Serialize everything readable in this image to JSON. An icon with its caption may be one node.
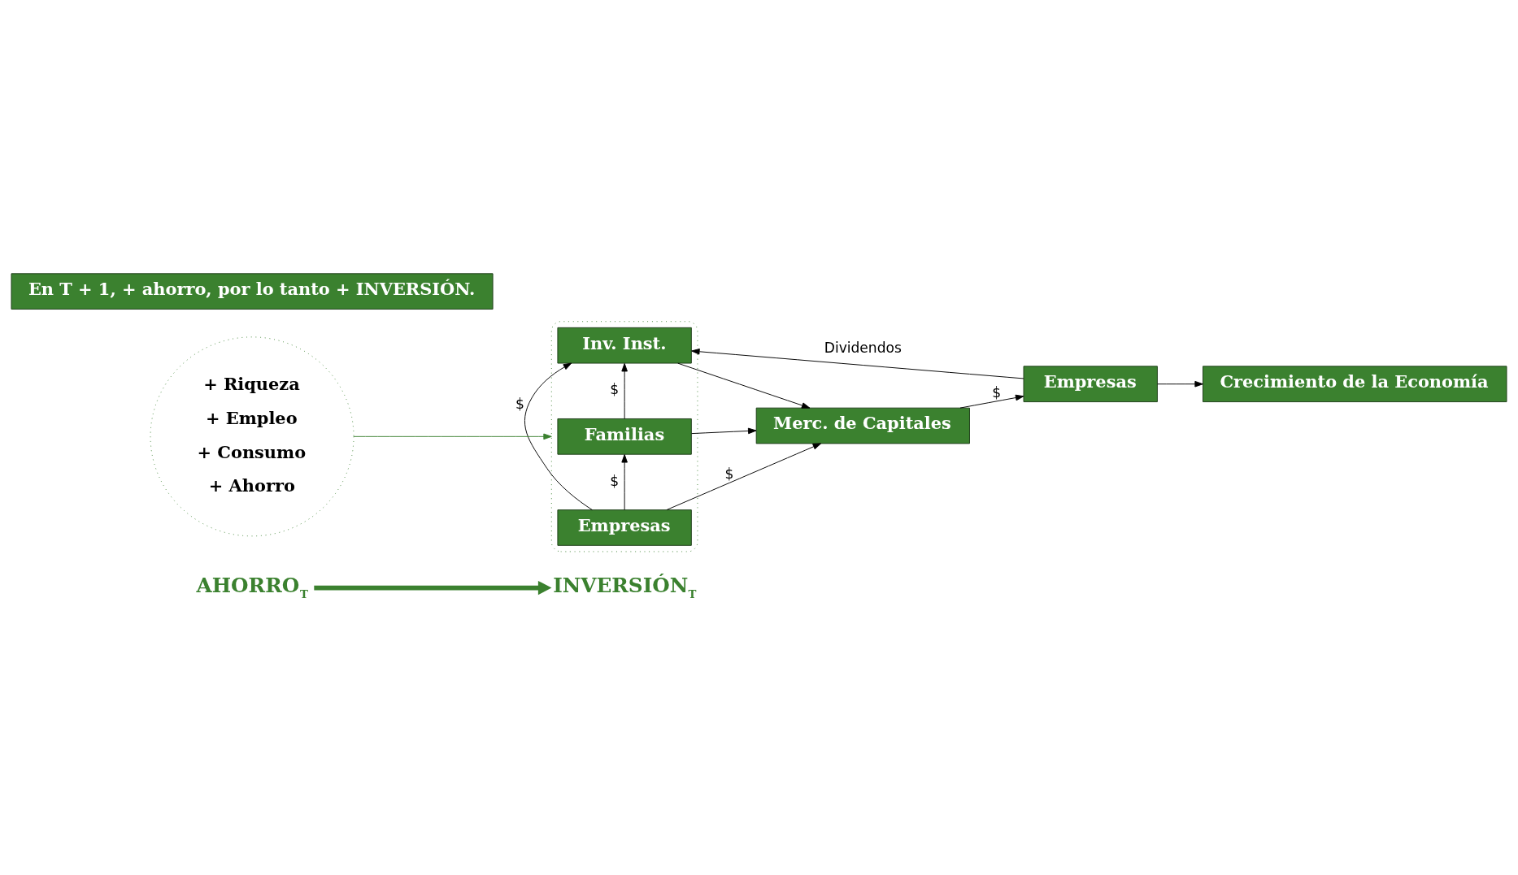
{
  "diagram": {
    "nodes": [
      {
        "text": [
          "AHORRO$_{T}$"
        ]
      },
      {
        "text": [
          "INVERSIÓN$_{T}$"
        ]
      },
      {
        "text": [],
        "shape": "ellipse"
      },
      {
        "text": [
          "Familias"
        ],
        "in": 2
      },
      {
        "text": [
          "Empresas"
        ],
        "in": 2
      },
      {
        "text": [
          "Inv. Inst."
        ],
        "in": 2
      },
      {
        "text": [
          "Merc. de Capitales"
        ]
      },
      {
        "text": [
          "Empresas"
        ]
      },
      {
        "text": [
          "Crecimiento de la Economía"
        ]
      },
      {
        "text": [
          "+ Riqueza",
          "+ Empleo",
          "+ Consumo",
          "+ Ahorro"
        ]
      },
      {
        "text": [
          "En T + 1, + ahorro, por lo tanto + INVERSIÓN."
        ]
      }
    ],
    "edges": [
      {
        "from": 0,
        "to": 1,
        "arrow": "to",
        "style": "thick",
        "color": "#3b812f"
      },
      {
        "from": 4,
        "to": 3,
        "arrow": "to",
        "label": "$"
      },
      {
        "from": 4,
        "to": 5,
        "arrow": "to",
        "label": "$"
      },
      {
        "from": 3,
        "to": 5,
        "arrow": "to",
        "label": "$"
      },
      {
        "from": 3,
        "to": 6,
        "arrow": "to"
      },
      {
        "from": 4,
        "to": 6,
        "arrow": "to",
        "label": "$"
      },
      {
        "from": 5,
        "to": 6,
        "arrow": "to"
      },
      {
        "from": 6,
        "to": 7,
        "arrow": "to",
        "label": "$"
      },
      {
        "from": 7,
        "to": 8,
        "arrow": "to"
      },
      {
        "from": 7,
        "to": 5,
        "arrow": "to",
        "label": "Dividendos"
      },
      {
        "from": 9,
        "to": 2,
        "arrow": "to",
        "color": "#3b812f"
      }
    ]
  }
}
